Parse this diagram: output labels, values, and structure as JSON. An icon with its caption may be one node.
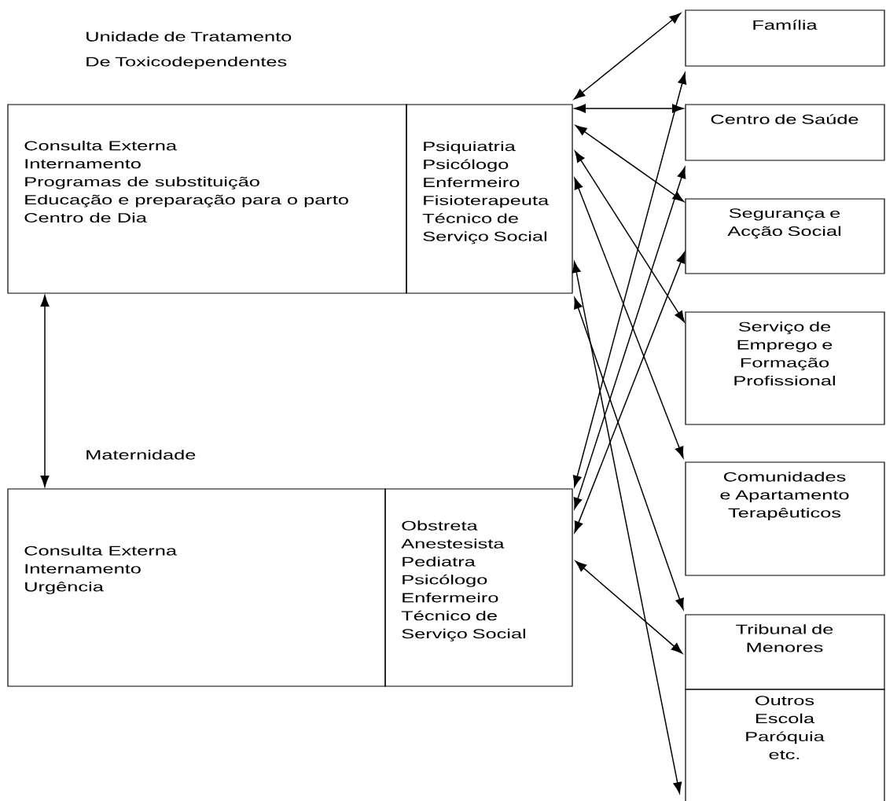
{
  "diagram": {
    "nodes": [
      {
        "text": [
          "Unidade de Tratamento De Toxicodependentes",
          "Consulta Externa",
          "Internamento",
          "Programas de substituição",
          "Educação e preparação para o parto",
          "Centro de Dia"
        ]
      },
      {
        "text": [
          "Psiquiatria",
          "Psicólogo",
          "Enfermeiro",
          "Fisioterapeuta",
          "Técnico de Serviço Social"
        ]
      },
      {
        "text": [
          "Maternidade",
          "Consulta Externa",
          "Internamento",
          "Urgência"
        ]
      },
      {
        "text": [
          "Obstreta",
          "Anestesista",
          "Pediatra",
          "Psicólogo",
          "Enfermeiro",
          "Técnico de Serviço Social"
        ]
      },
      {
        "text": [
          "Família"
        ]
      },
      {
        "text": [
          "Centro de Saúde"
        ]
      },
      {
        "text": [
          "Segurança e Acção Social"
        ]
      },
      {
        "text": [
          "Serviço de Emprego e Formação Profissional"
        ]
      },
      {
        "text": [
          "Comunidades e Apartamento Terapêuticos"
        ]
      },
      {
        "text": [
          "Tribunal de Menores"
        ]
      },
      {
        "text": [
          "Outros",
          "Escola",
          "Paróquia",
          "etc."
        ]
      }
    ],
    "edges": [
      {
        "from": 0,
        "to": 2,
        "arrow": "both"
      },
      {
        "from": 1,
        "to": 4,
        "arrow": "both"
      },
      {
        "from": 1,
        "to": 5,
        "arrow": "both"
      },
      {
        "from": 1,
        "to": 6,
        "arrow": "both"
      },
      {
        "from": 1,
        "to": 7,
        "arrow": "both"
      },
      {
        "from": 1,
        "to": 8,
        "arrow": "both"
      },
      {
        "from": 1,
        "to": 9,
        "arrow": "both"
      },
      {
        "from": 1,
        "to": 10,
        "arrow": "both"
      },
      {
        "from": 3,
        "to": 4,
        "arrow": "both"
      },
      {
        "from": 3,
        "to": 5,
        "arrow": "both"
      },
      {
        "from": 3,
        "to": 6,
        "arrow": "both"
      },
      {
        "from": 3,
        "to": 9,
        "arrow": "both"
      }
    ]
  }
}
